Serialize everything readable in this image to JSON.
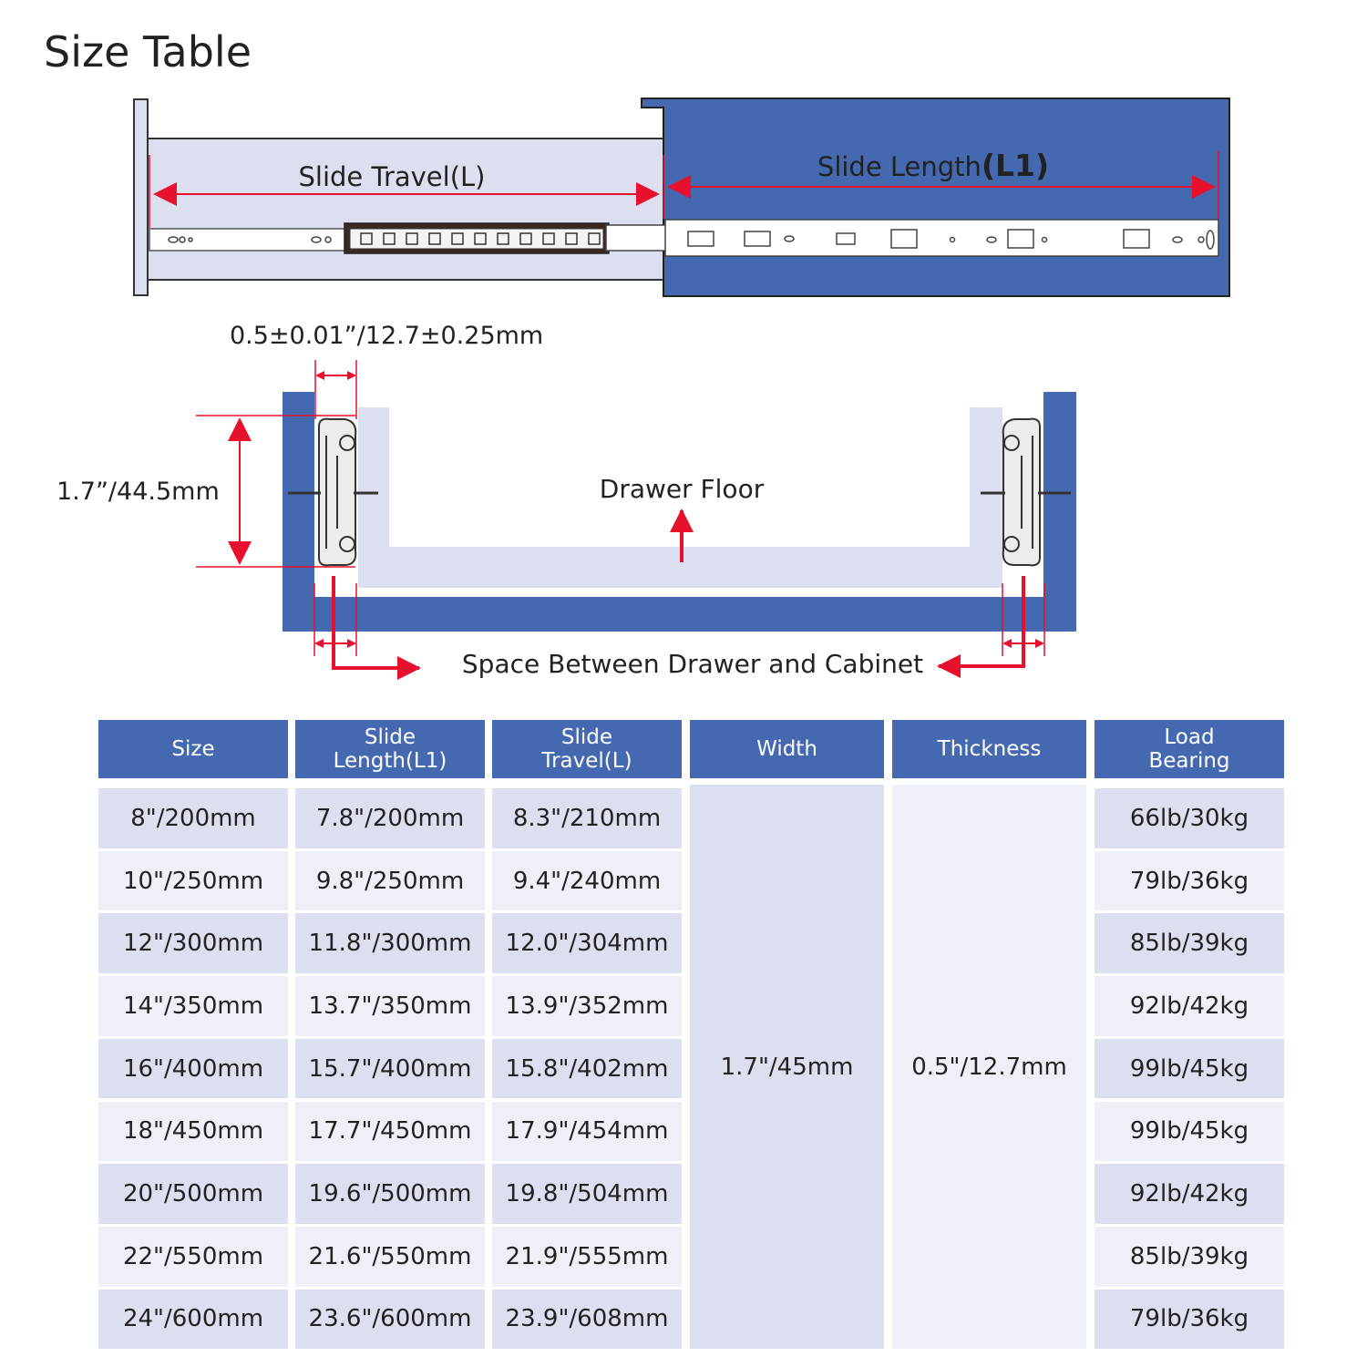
{
  "title": "Size Table",
  "diagram": {
    "slide_travel_label": "Slide Travel(L)",
    "slide_length_label": "Slide Length",
    "slide_length_suffix": "(L1)",
    "gap_label": "0.5±0.01”/12.7±0.25mm",
    "height_label": "1.7”/44.5mm",
    "drawer_floor_label": "Drawer Floor",
    "space_label": "Space Between Drawer and Cabinet"
  },
  "colors": {
    "cabinet_blue": "#4569b0",
    "drawer_light": "#dcdff0",
    "arrow_red": "#e8112d",
    "header_blue": "#4569b0",
    "row_dark": "#dcdff0",
    "row_light": "#eef0f8"
  },
  "table": {
    "headers": [
      "Size",
      "Slide\nLength(L1)",
      "Slide\nTravel(L)",
      "Width",
      "Thickness",
      "Load\nBearing"
    ],
    "rows": [
      {
        "size": "8\"/200mm",
        "length": "7.8\"/200mm",
        "travel": "8.3\"/210mm",
        "load": "66lb/30kg"
      },
      {
        "size": "10\"/250mm",
        "length": "9.8\"/250mm",
        "travel": "9.4\"/240mm",
        "load": "79lb/36kg"
      },
      {
        "size": "12\"/300mm",
        "length": "11.8\"/300mm",
        "travel": "12.0\"/304mm",
        "load": "85lb/39kg"
      },
      {
        "size": "14\"/350mm",
        "length": "13.7\"/350mm",
        "travel": "13.9\"/352mm",
        "load": "92lb/42kg"
      },
      {
        "size": "16\"/400mm",
        "length": "15.7\"/400mm",
        "travel": "15.8\"/402mm",
        "load": "99lb/45kg"
      },
      {
        "size": "18\"/450mm",
        "length": "17.7\"/450mm",
        "travel": "17.9\"/454mm",
        "load": "99lb/45kg"
      },
      {
        "size": "20\"/500mm",
        "length": "19.6\"/500mm",
        "travel": "19.8\"/504mm",
        "load": "92lb/42kg"
      },
      {
        "size": "22\"/550mm",
        "length": "21.6\"/550mm",
        "travel": "21.9\"/555mm",
        "load": "85lb/39kg"
      },
      {
        "size": "24\"/600mm",
        "length": "23.6\"/600mm",
        "travel": "23.9\"/608mm",
        "load": "79lb/36kg"
      }
    ],
    "width_value": "1.7\"/45mm",
    "thickness_value": "0.5\"/12.7mm"
  }
}
